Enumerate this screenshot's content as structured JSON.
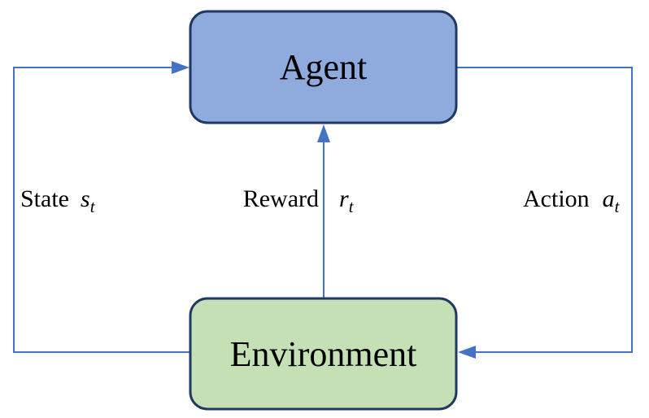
{
  "diagram": {
    "nodes": {
      "agent": {
        "label": "Agent"
      },
      "environment": {
        "label": "Environment"
      }
    },
    "edges": {
      "state": {
        "word": "State",
        "symbol": "s",
        "subscript": "t"
      },
      "reward": {
        "word": "Reward",
        "symbol": "r",
        "subscript": "t"
      },
      "action": {
        "word": "Action",
        "symbol": "a",
        "subscript": "t"
      }
    },
    "colors": {
      "agent_fill": "#8FAADC",
      "environment_fill": "#C5E0B4",
      "node_border": "#1F3864",
      "arrow": "#4472C4",
      "text": "#000000",
      "background": "#FFFFFF"
    }
  }
}
